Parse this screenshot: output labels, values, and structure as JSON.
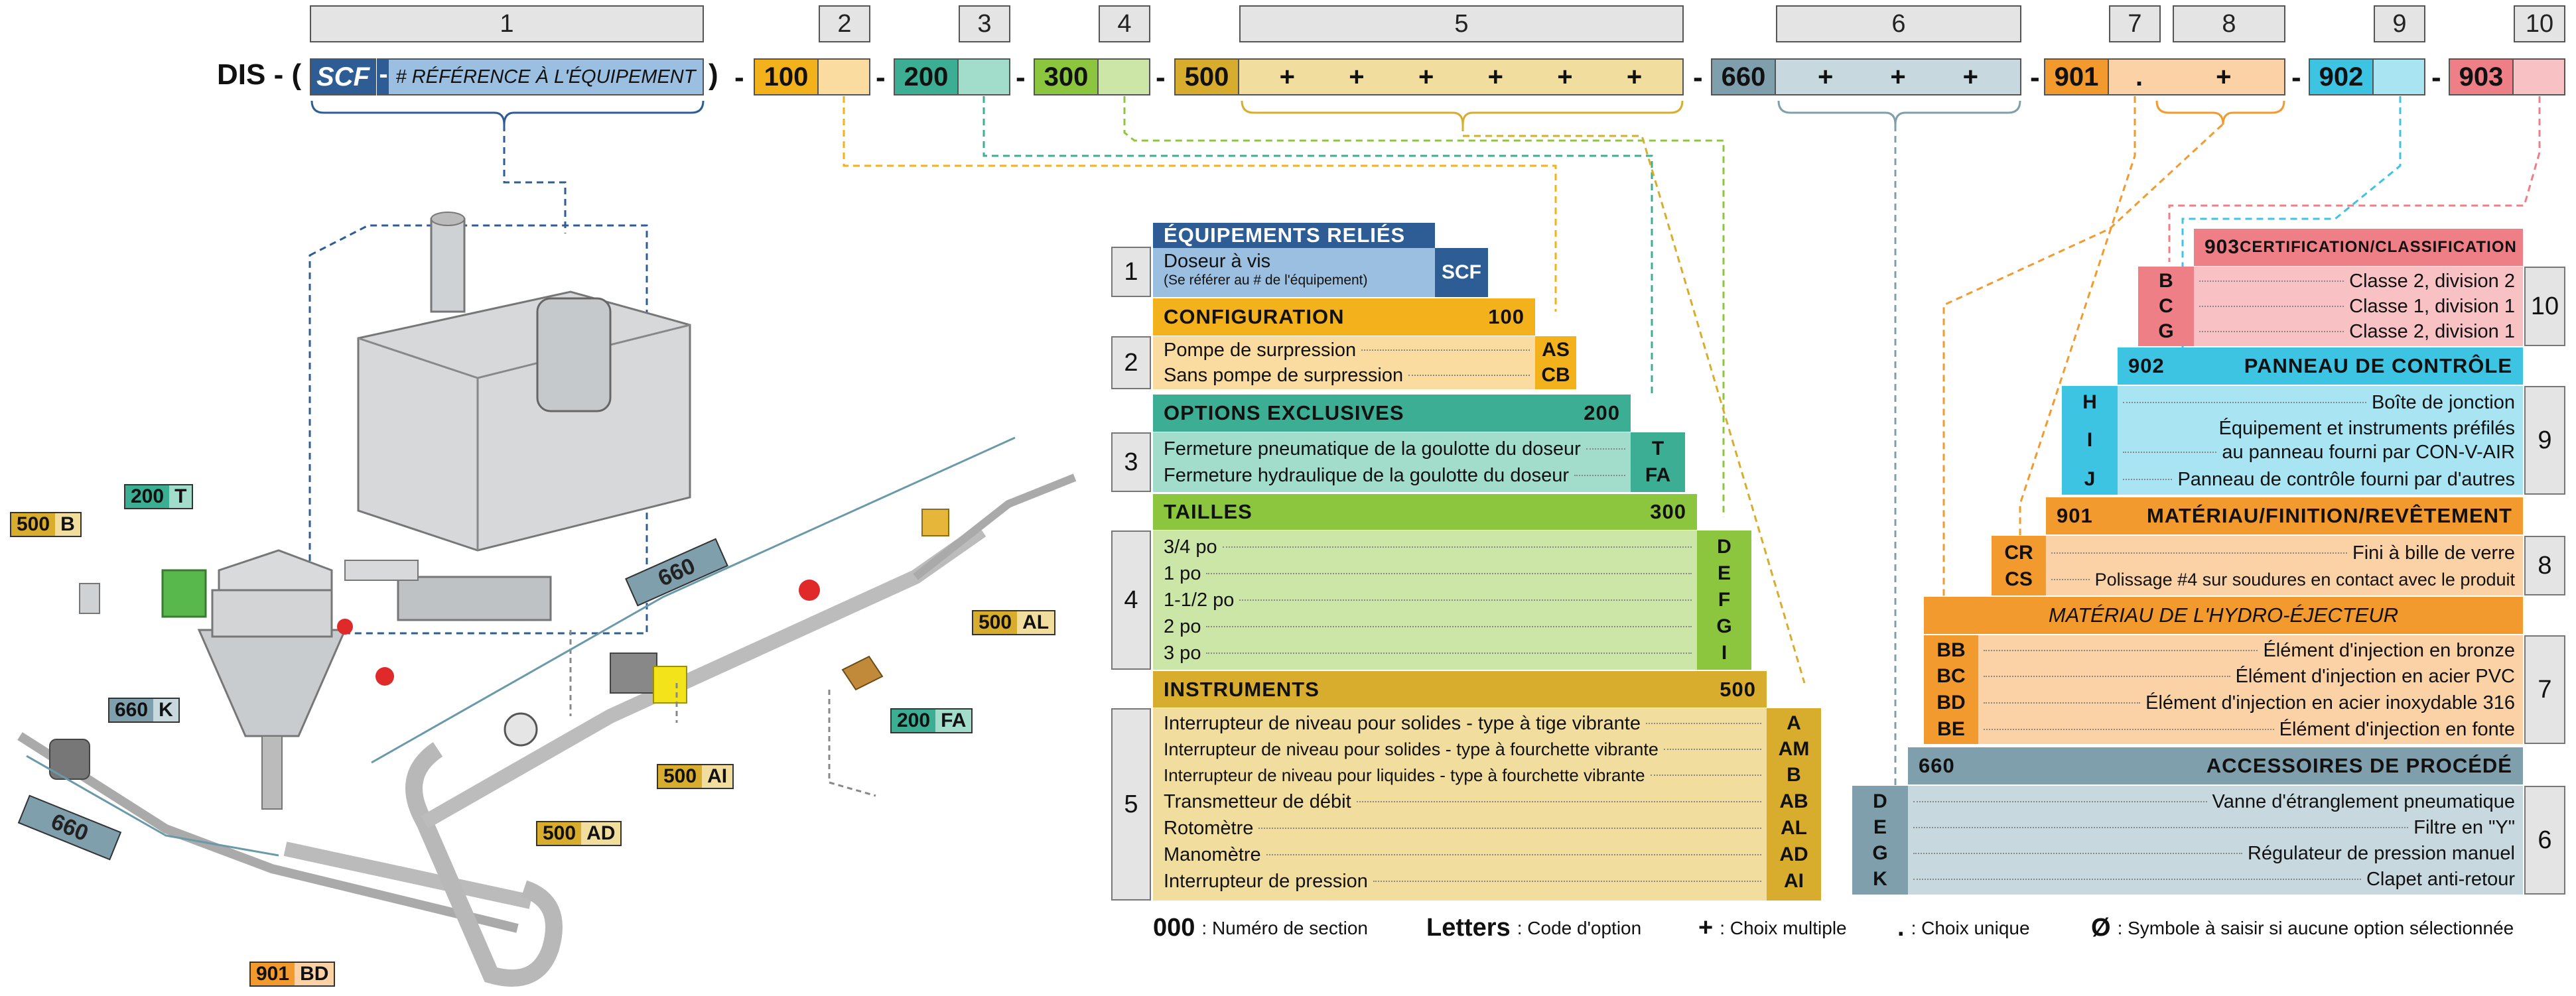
{
  "header": {
    "prefix": "DIS - (",
    "close": ")",
    "scf": "SCF",
    "scf_ref": "# RÉFÉRENCE À L'ÉQUIPEMENT",
    "section_numbers": [
      "1",
      "2",
      "3",
      "4",
      "5",
      "6",
      "7",
      "8",
      "9",
      "10"
    ],
    "codes": [
      "100",
      "200",
      "300",
      "500",
      "660",
      "901",
      "902",
      "903"
    ],
    "plus": "+",
    "dot": ".",
    "dash": "-"
  },
  "colors": {
    "blue_dark": "#2e5d96",
    "blue_light": "#9bbfe0",
    "yellow": "#f3b21c",
    "yellow_light": "#fbdca0",
    "teal": "#3cae93",
    "teal_light": "#a2dccb",
    "green": "#8cc63f",
    "green_light": "#cbe6a6",
    "gold": "#d8ad2e",
    "gold_light": "#f1de9e",
    "slate": "#7f9fad",
    "slate_light": "#c8d8df",
    "orange": "#f29a2e",
    "orange_light": "#fbd2a6",
    "cyan": "#3cc4e2",
    "cyan_light": "#a8e4f2",
    "pink": "#ee7f86",
    "pink_light": "#f8c2c5"
  },
  "left_table": {
    "s1": {
      "num": "1",
      "title": "ÉQUIPEMENTS RELIÉS",
      "line1": "Doseur à vis",
      "line2": "(Se référer au # de l'équipement)",
      "code": "SCF"
    },
    "s2": {
      "num": "2",
      "title": "CONFIGURATION",
      "code": "100",
      "rows": [
        {
          "label": "Pompe de surpression",
          "code": "AS"
        },
        {
          "label": "Sans pompe de surpression",
          "code": "CB"
        }
      ]
    },
    "s3": {
      "num": "3",
      "title": "OPTIONS EXCLUSIVES",
      "code": "200",
      "rows": [
        {
          "label": "Fermeture pneumatique de la goulotte du doseur",
          "code": "T"
        },
        {
          "label": "Fermeture hydraulique de la goulotte du doseur",
          "code": "FA"
        }
      ]
    },
    "s4": {
      "num": "4",
      "title": "TAILLES",
      "code": "300",
      "rows": [
        {
          "label": "3/4 po",
          "code": "D"
        },
        {
          "label": "1 po",
          "code": "E"
        },
        {
          "label": "1-1/2 po",
          "code": "F"
        },
        {
          "label": "2 po",
          "code": "G"
        },
        {
          "label": "3 po",
          "code": "I"
        }
      ]
    },
    "s5": {
      "num": "5",
      "title": "INSTRUMENTS",
      "code": "500",
      "rows": [
        {
          "label": "Interrupteur de niveau pour solides - type à tige vibrante",
          "code": "A"
        },
        {
          "label": "Interrupteur de niveau pour solides - type à fourchette vibrante",
          "code": "AM"
        },
        {
          "label": "Interrupteur de niveau pour liquides - type à fourchette vibrante",
          "code": "B"
        },
        {
          "label": "Transmetteur de débit",
          "code": "AB"
        },
        {
          "label": "Rotomètre",
          "code": "AL"
        },
        {
          "label": "Manomètre",
          "code": "AD"
        },
        {
          "label": "Interrupteur de pression",
          "code": "AI"
        }
      ]
    }
  },
  "right_table": {
    "s10": {
      "num": "10",
      "title": "CERTIFICATION/CLASSIFICATION",
      "code": "903",
      "rows": [
        {
          "label": "Classe 2, division 2",
          "code": "B"
        },
        {
          "label": "Classe 1, division 1",
          "code": "C"
        },
        {
          "label": "Classe 2, division 1",
          "code": "G"
        }
      ]
    },
    "s9": {
      "num": "9",
      "title": "PANNEAU DE CONTRÔLE",
      "code": "902",
      "rows": [
        {
          "label": "Boîte de jonction",
          "code": "H"
        },
        {
          "label": "Équipement et instruments préfilés",
          "label2": "au panneau fourni par CON-V-AIR",
          "code": "I"
        },
        {
          "label": "Panneau de contrôle fourni par d'autres",
          "code": "J"
        }
      ]
    },
    "s8": {
      "num": "8",
      "title": "MATÉRIAU/FINITION/REVÊTEMENT",
      "code": "901",
      "rows": [
        {
          "label": "Fini à bille de verre",
          "code": "CR"
        },
        {
          "label": "Polissage #4 sur soudures en contact avec le produit",
          "code": "CS"
        }
      ]
    },
    "s7": {
      "num": "7",
      "title": "MATÉRIAU DE L'HYDRO-ÉJECTEUR",
      "rows": [
        {
          "label": "Élément d'injection en bronze",
          "code": "BB"
        },
        {
          "label": "Élément d'injection en acier PVC",
          "code": "BC"
        },
        {
          "label": "Élément d'injection en acier inoxydable 316",
          "code": "BD"
        },
        {
          "label": "Élément d'injection en fonte",
          "code": "BE"
        }
      ]
    },
    "s6": {
      "num": "6",
      "title": "ACCESSOIRES DE PROCÉDÉ",
      "code": "660",
      "rows": [
        {
          "label": "Vanne d'étranglement pneumatique",
          "code": "D"
        },
        {
          "label": "Filtre en \"Y\"",
          "code": "E"
        },
        {
          "label": "Régulateur de pression manuel",
          "code": "G"
        },
        {
          "label": "Clapet anti-retour",
          "code": "K"
        }
      ]
    }
  },
  "tags": [
    {
      "code": "500",
      "opt": "B"
    },
    {
      "code": "200",
      "opt": "T"
    },
    {
      "code": "660",
      "opt": "K"
    },
    {
      "code": "500",
      "opt": "AL"
    },
    {
      "code": "200",
      "opt": "FA"
    },
    {
      "code": "500",
      "opt": "AI"
    },
    {
      "code": "500",
      "opt": "AD"
    },
    {
      "code": "901",
      "opt": "BD"
    }
  ],
  "pipe_labels": [
    "660",
    "660"
  ],
  "legend": {
    "k1": "000",
    "v1": ": Numéro de section",
    "k2": "Letters",
    "v2": ": Code d'option",
    "k3": "+",
    "v3": ": Choix multiple",
    "k4": ".",
    "v4": ": Choix unique",
    "k5": "Ø",
    "v5": ": Symbole à saisir si aucune option sélectionnée"
  }
}
